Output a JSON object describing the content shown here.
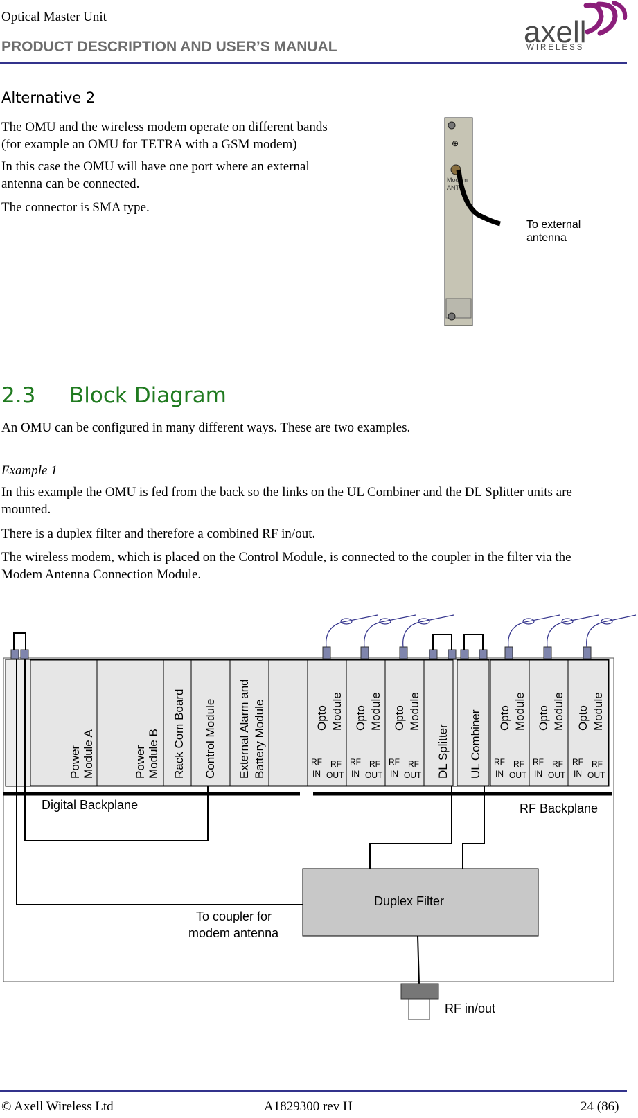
{
  "header": {
    "title": "Optical Master Unit",
    "subtitle": "PRODUCT DESCRIPTION AND USER’S MANUAL",
    "logo_word": "axell",
    "logo_sub": "WIRELESS"
  },
  "section_alt2": {
    "heading": "Alternative 2",
    "p1_line1": "The OMU and the wireless modem operate on different bands",
    "p1_line2": "(for example an OMU for TETRA with a GSM modem)",
    "p2_line1": "In this case the OMU will have one port where an external",
    "p2_line2": "antenna can be connected.",
    "p3": "The connector is SMA type.",
    "figure": {
      "panel_label_1": "Modem",
      "panel_label_2": "ANT",
      "callout_1": "To external",
      "callout_2": "antenna"
    }
  },
  "section_23": {
    "number": "2.3",
    "title": "Block Diagram",
    "intro": "An OMU can be configured in many different ways. These are two examples.",
    "example_title": "Example 1",
    "p1_line1": "In this example the OMU is fed from the back so the links on the UL Combiner and the DL Splitter units are",
    "p1_line2": "mounted.",
    "p2": "There is a duplex filter and therefore a combined RF in/out.",
    "p3_line1": "The wireless modem, which is placed on the Control Module, is connected to the coupler in the filter via the",
    "p3_line2": "Modem Antenna Connection Module."
  },
  "diagram": {
    "modules": {
      "power_a_1": "Power",
      "power_a_2": "Module A",
      "power_b_1": "Power",
      "power_b_2": "Module B",
      "rack_com": "Rack Com Board",
      "control": "Control Module",
      "ext_alarm_1": "External Alarm and",
      "ext_alarm_2": "Battery Module",
      "opto_1": "Opto",
      "opto_2": "Module",
      "dl_splitter": "DL Splitter",
      "ul_combiner": "UL Combiner"
    },
    "ports": {
      "rf": "RF",
      "in": "IN",
      "out": "OUT"
    },
    "digital_backplane": "Digital Backplane",
    "rf_backplane": "RF Backplane",
    "duplex_filter": "Duplex Filter",
    "coupler_1": "To coupler for",
    "coupler_2": "modem antenna",
    "rf_inout": "RF in/out"
  },
  "footer": {
    "left": "© Axell Wireless Ltd",
    "center": "A1829300 rev H",
    "right": "24 (86)"
  },
  "colors": {
    "rule": "#33338c",
    "heading_green": "#1f7a1f",
    "logo_magenta": "#8b1e7a",
    "module_fill": "#e6e6e6",
    "port_fill": "#7f85ad",
    "duplex_fill": "#c8c8c8"
  }
}
